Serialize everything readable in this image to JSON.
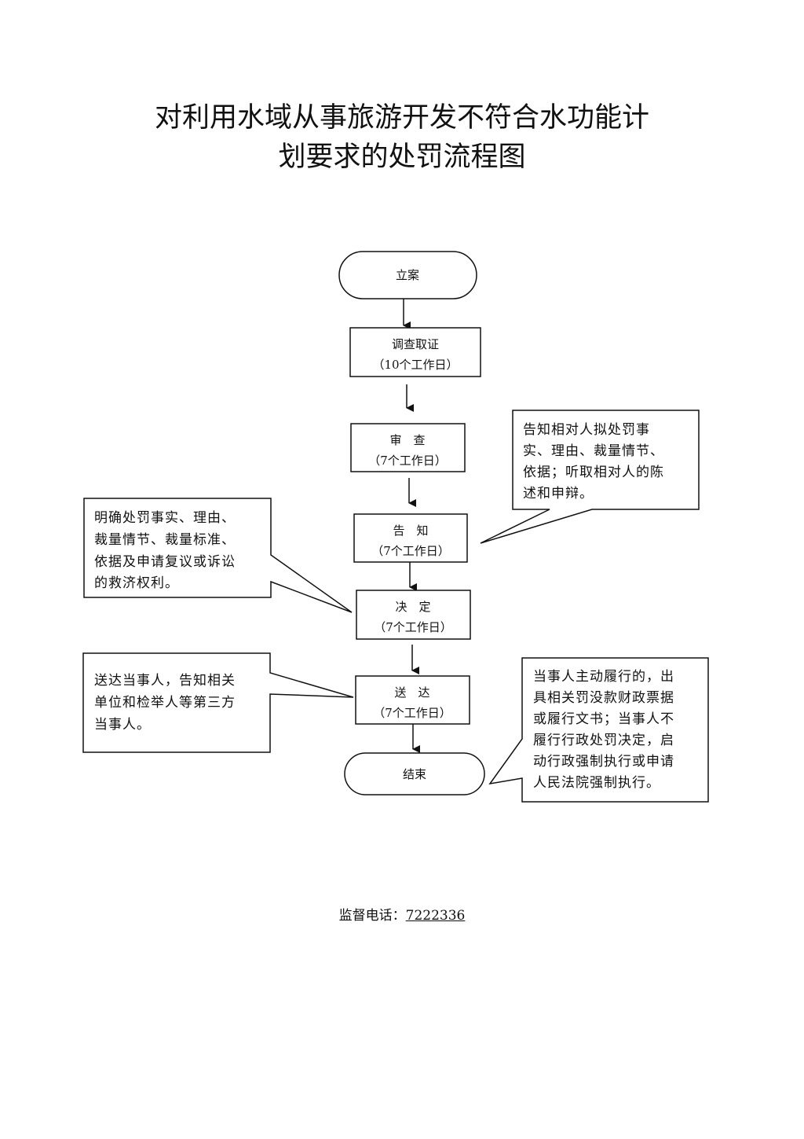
{
  "title": {
    "line1": "对利用水域从事旅游开发不符合水功能计",
    "line2": "划要求的处罚流程图"
  },
  "nodes": {
    "start": {
      "label": "立案"
    },
    "investigate": {
      "label": "调查取证",
      "duration": "（10个工作日）"
    },
    "review": {
      "label": "审　查",
      "duration": "（7个工作日）"
    },
    "notify": {
      "label": "告　知",
      "duration": "（7个工作日）"
    },
    "decide": {
      "label": "决　定",
      "duration": "（7个工作日）"
    },
    "deliver": {
      "label": "送　达",
      "duration": "（7个工作日）"
    },
    "end": {
      "label": "结束"
    }
  },
  "notes": {
    "notify_right": [
      "告知相对人拟处罚事",
      "实、理由、裁量情节、",
      "依据；听取相对人的陈",
      "述和申辩。"
    ],
    "decide_left": [
      "明确处罚事实、理由、",
      "裁量情节、裁量标准、",
      "依据及申请复议或诉讼",
      "的救济权利。"
    ],
    "deliver_left": [
      "送达当事人，告知相关",
      "单位和检举人等第三方",
      "当事人。"
    ],
    "end_right": [
      "当事人主动履行的，出",
      "具相关罚没款财政票据",
      "或履行文书；当事人不",
      "履行行政处罚决定，启",
      "动行政强制执行或申请",
      "人民法院强制执行。"
    ]
  },
  "footer": {
    "label": "监督电话：",
    "phone": "7222336"
  }
}
